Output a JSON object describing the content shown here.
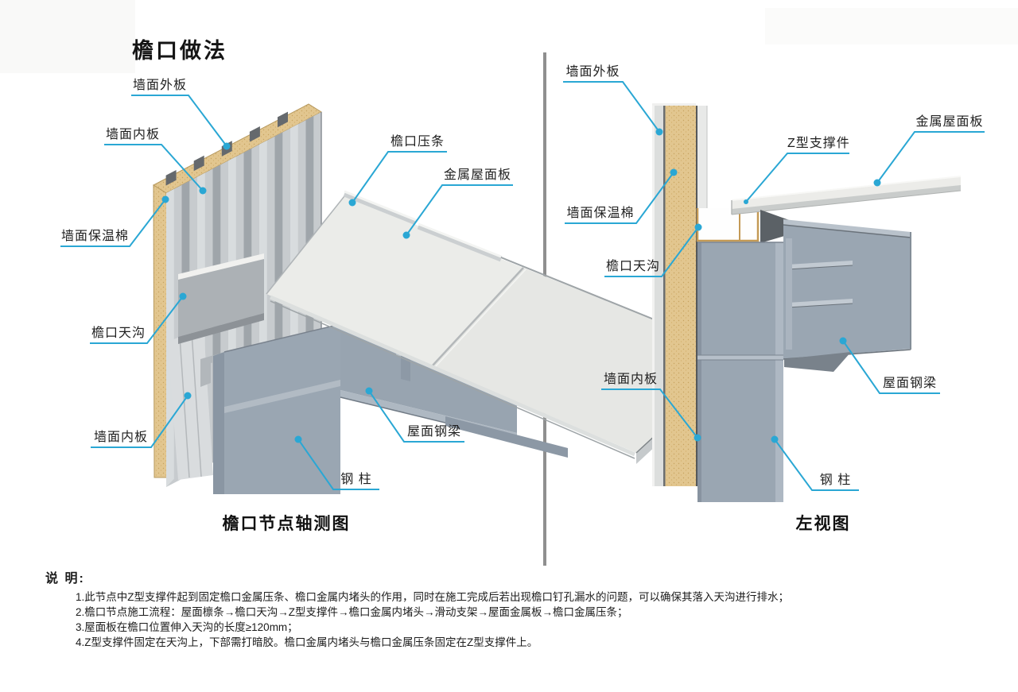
{
  "title": "檐口做法",
  "left_view": {
    "caption": "檐口节点轴测图",
    "labels": {
      "wall_outer_panel": "墙面外板",
      "wall_inner_panel_top": "墙面内板",
      "eave_trim": "檐口压条",
      "metal_roof_panel": "金属屋面板",
      "wall_insulation": "墙面保温棉",
      "eave_gutter": "檐口天沟",
      "wall_inner_panel_bottom": "墙面内板",
      "roof_steel_beam": "屋面钢梁",
      "steel_column": "钢 柱"
    }
  },
  "right_view": {
    "caption": "左视图",
    "labels": {
      "wall_outer_panel": "墙面外板",
      "z_support": "Z型支撑件",
      "metal_roof_panel": "金属屋面板",
      "wall_insulation": "墙面保温棉",
      "eave_gutter": "檐口天沟",
      "wall_inner_panel": "墙面内板",
      "roof_steel_beam": "屋面钢梁",
      "steel_column": "钢 柱"
    }
  },
  "notes": {
    "heading": "说 明:",
    "items": [
      "1.此节点中Z型支撑件起到固定檐口金属压条、檐口金属内堵头的作用，同时在施工完成后若出现檐口钉孔漏水的问题，可以确保其落入天沟进行排水；",
      "2.檐口节点施工流程：屋面檩条→檐口天沟→Z型支撑件→檐口金属内堵头→滑动支架→屋面金属板→檐口金属压条；",
      "3.屋面板在檐口位置伸入天沟的长度≥120mm；",
      "4.Z型支撑件固定在天沟上，下部需打暗胶。檐口金属内堵头与檐口金属压条固定在Z型支撑件上。"
    ]
  },
  "colors": {
    "leader_line": "#2AA7D4",
    "insulation_tan": "#E2C68F",
    "steel_blue_gray": "#9AA6B2",
    "roof_panel_light": "#E9EAE7",
    "divider_gray": "#8F8F8F"
  }
}
